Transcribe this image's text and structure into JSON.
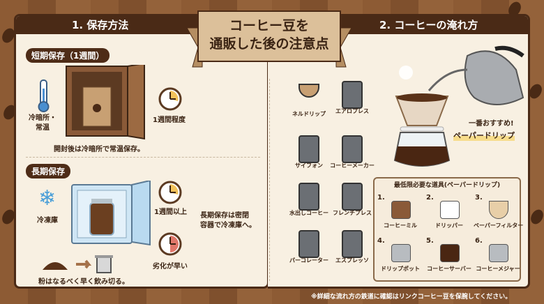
{
  "title": {
    "line1": "コーヒー豆を",
    "line2": "通販した後の注意点"
  },
  "section1": {
    "heading": "1. 保存方法",
    "short": {
      "label": "短期保存（1週間）",
      "place": "冷暗所・\n常温",
      "duration": "1週間程度",
      "note": "開封後は冷暗所で常温保存。"
    },
    "long": {
      "label": "長期保存",
      "place": "冷凍庫",
      "duration": "1週間以上",
      "warning": "劣化が早い",
      "note": "長期保存は密閉\n容器で冷凍庫へ。",
      "ground_note": "粉はなるべく早く飲み切る。"
    }
  },
  "section2": {
    "heading": "2. コーヒーの淹れ方",
    "methods": [
      "ネルドリップ",
      "エアロプレス",
      "サイフォン",
      "コーヒーメーカー",
      "水出しコーヒー",
      "フレンチプレス",
      "パーコレーター",
      "エスプレッソ"
    ],
    "recommend": {
      "sub": "一番おすすめ!",
      "main": "ペーパードリップ"
    },
    "tools": {
      "title": "最低限必要な道具(ペーパードリップ)",
      "items": [
        {
          "num": "1.",
          "name": "コーヒーミル"
        },
        {
          "num": "2.",
          "name": "ドリッパー"
        },
        {
          "num": "3.",
          "name": "ペーパーフィルター"
        },
        {
          "num": "4.",
          "name": "ドリップポット"
        },
        {
          "num": "5.",
          "name": "コーヒーサーバー"
        },
        {
          "num": "6.",
          "name": "コーヒーメジャー"
        }
      ]
    }
  },
  "footer": "※詳細な流れ方の鉄道に確認はリンクコーヒー豆を保腕してください。",
  "colors": {
    "dark_brown": "#4a2a16",
    "cream": "#f8f0e2",
    "wood": "#8b5a33",
    "highlight": "#f7dc8a"
  }
}
